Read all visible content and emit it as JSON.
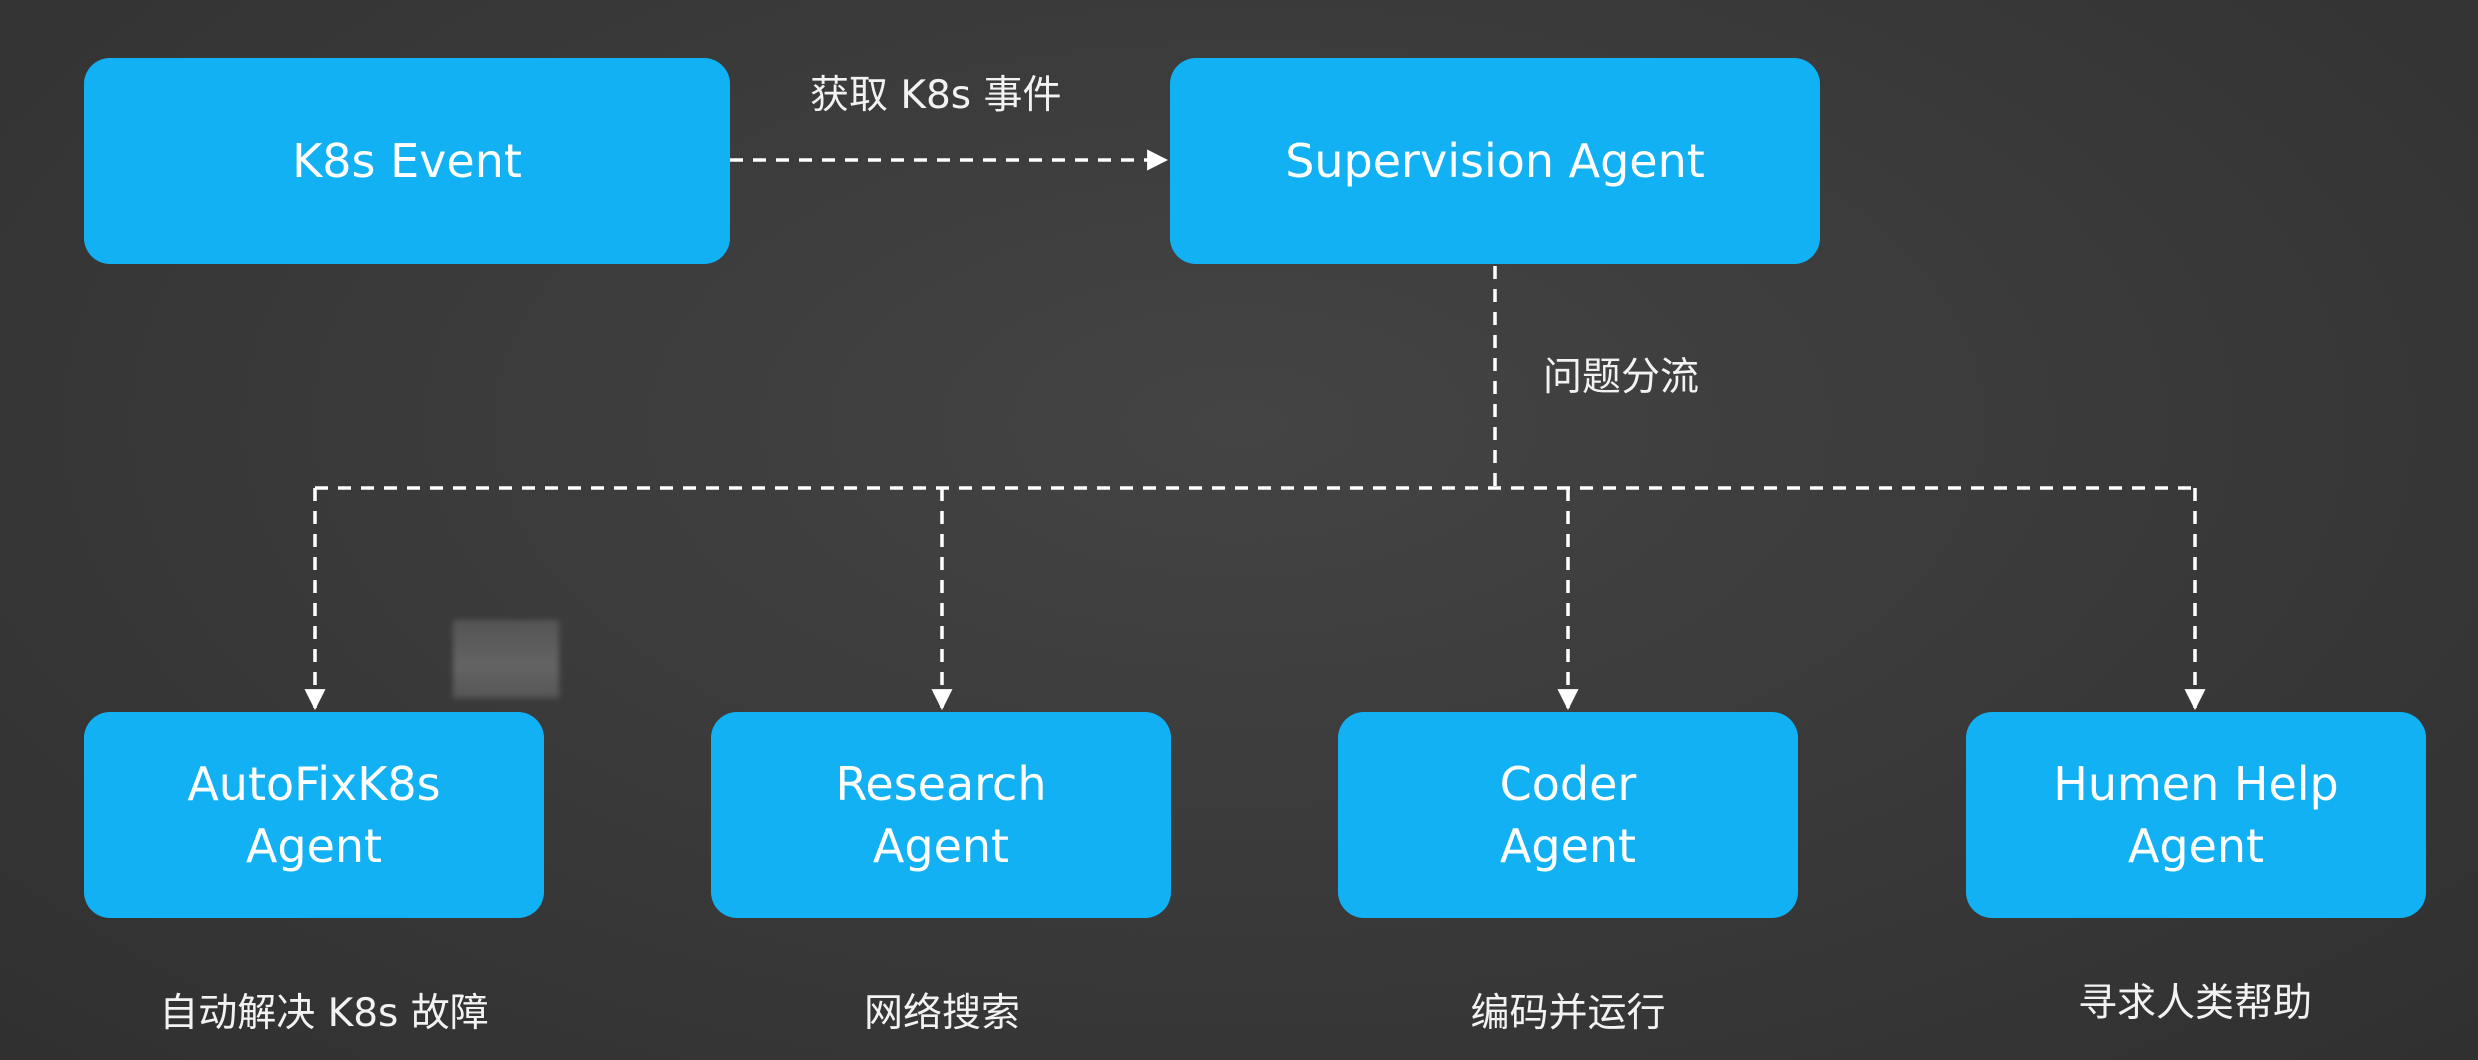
{
  "nodes": {
    "k8s_event": {
      "lines": [
        "K8s Event"
      ]
    },
    "supervision": {
      "lines": [
        "Supervision Agent"
      ]
    },
    "autofix": {
      "lines": [
        "AutoFixK8s",
        "Agent"
      ]
    },
    "research": {
      "lines": [
        "Research",
        "Agent"
      ]
    },
    "coder": {
      "lines": [
        "Coder",
        "Agent"
      ]
    },
    "human_help": {
      "lines": [
        "Humen Help",
        "Agent"
      ]
    }
  },
  "edges": {
    "fetch_label": "获取 K8s 事件",
    "triage_label": "问题分流"
  },
  "captions": {
    "autofix": "自动解决 K8s 故障",
    "research": "网络搜索",
    "coder": "编码并运行",
    "human_help": "寻求人类帮助"
  },
  "colors": {
    "background": "#3a3a3a",
    "node_fill": "#12b1f4",
    "node_text": "#ffffff",
    "connector": "#ffffff",
    "label_text": "#f2f2f2"
  }
}
